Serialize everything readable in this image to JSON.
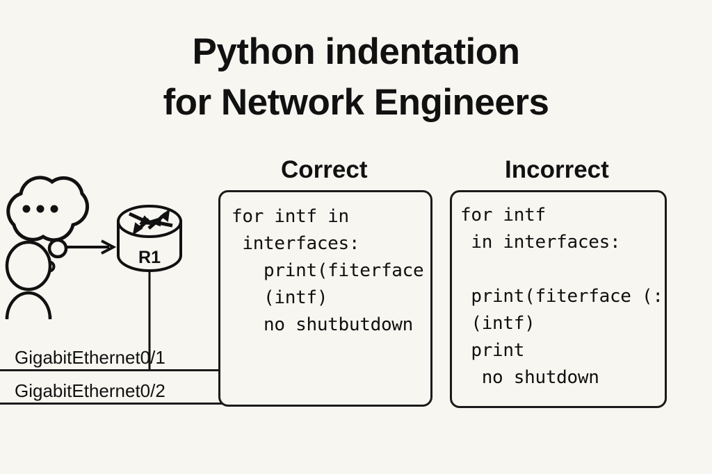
{
  "slide": {
    "background_color": "#f7f6f1",
    "ink_color": "#111111",
    "title": {
      "line1": "Python indentation",
      "line2": "for Network Engineers"
    }
  },
  "columns": {
    "correct": {
      "heading": "Correct",
      "code": "for intf in\n interfaces:\n   print(fiterface\n   (intf)\n   no shutbutdown"
    },
    "incorrect": {
      "heading": "Incorrect",
      "code": "for intf\n in interfaces:\n\n print(fiterface (:\n (intf)\n print\n  no shutdown"
    }
  },
  "diagram": {
    "thought_bubble": {
      "dots": "•••"
    },
    "person": {
      "label": ""
    },
    "arrow": {
      "direction": "right"
    },
    "router": {
      "label": "R1"
    },
    "interfaces": [
      {
        "label": "GigabitEthernet0/1"
      },
      {
        "label": "GigabitEthernet0/2"
      }
    ]
  }
}
